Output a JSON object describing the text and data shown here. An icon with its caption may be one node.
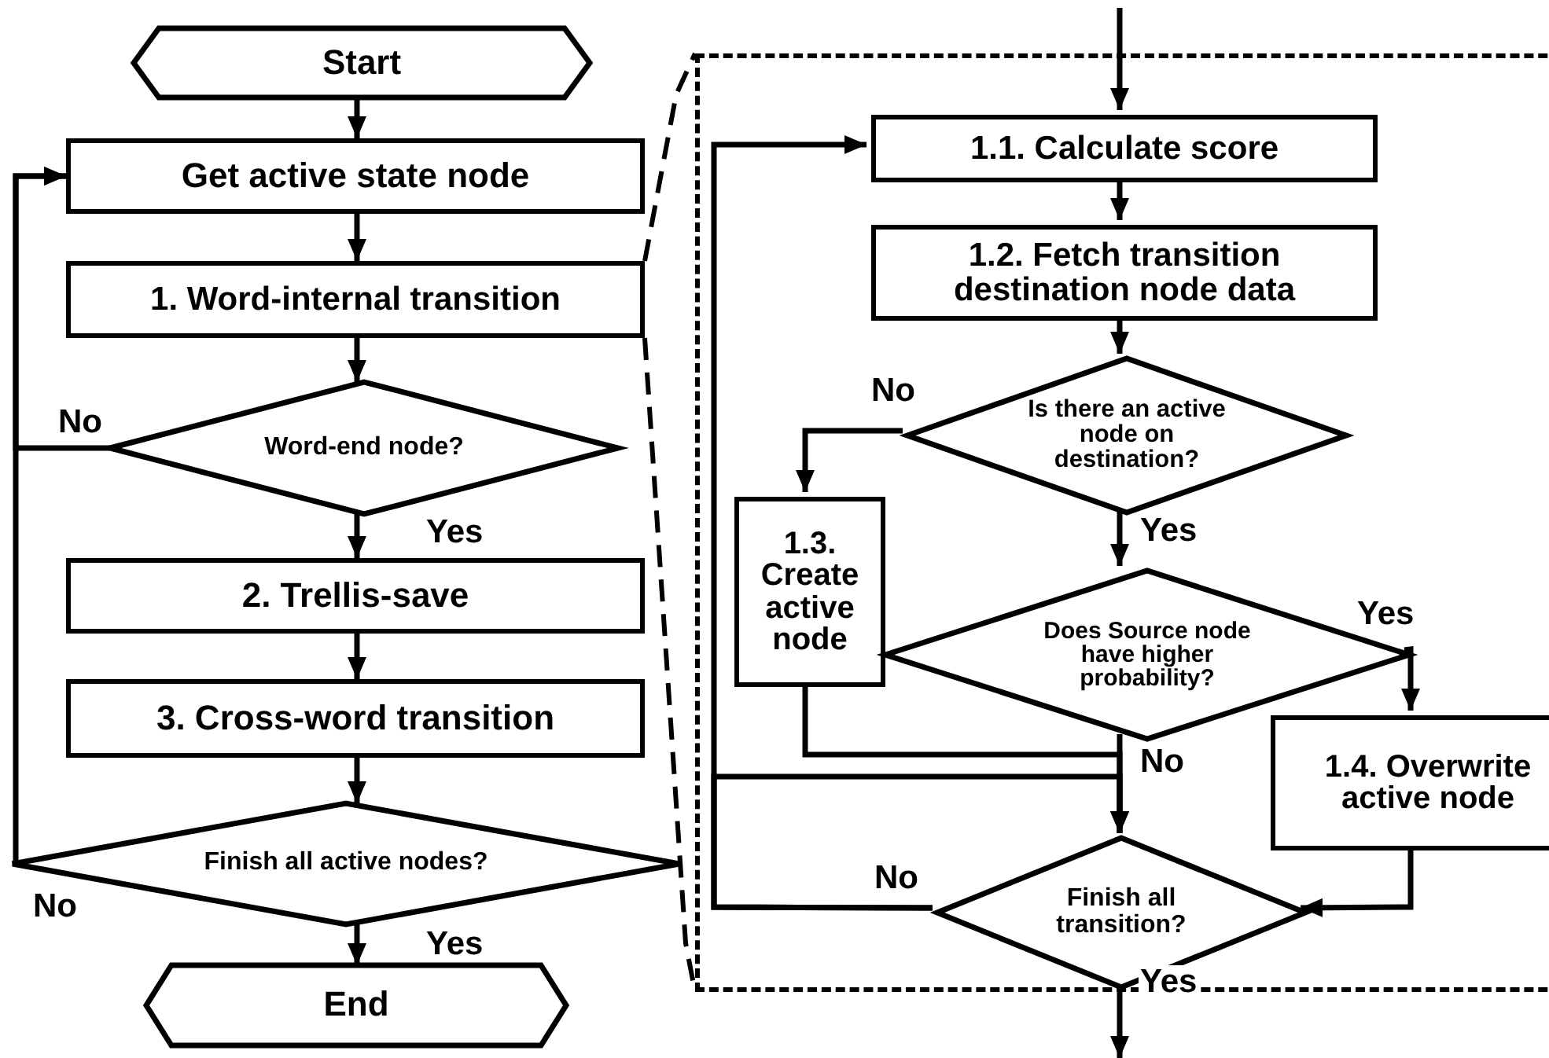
{
  "diagram": {
    "nodes": [
      {
        "text": [
          "Start"
        ]
      },
      {
        "text": [
          "Get active state node"
        ]
      },
      {
        "text": [
          "1. Word-internal transition"
        ]
      },
      {
        "text": [
          "Word-end node?"
        ]
      },
      {
        "text": [
          "2. Trellis-save"
        ]
      },
      {
        "text": [
          "3. Cross-word transition"
        ]
      },
      {
        "text": [
          "Finish all active nodes?"
        ]
      },
      {
        "text": [
          "End"
        ]
      },
      {
        "text": [],
        "shape": "box"
      },
      {
        "text": [
          "1.1. Calculate score"
        ],
        "in": 8
      },
      {
        "text": [
          "1.2. Fetch transition destination node data"
        ],
        "in": 8
      },
      {
        "text": [
          "Is there an active node on destination?"
        ],
        "in": 8
      },
      {
        "text": [
          "1.3. Create active node"
        ],
        "in": 8
      },
      {
        "text": [
          "Does Source node have higher probability?"
        ],
        "in": 8
      },
      {
        "text": [
          "1.4. Overwrite active node"
        ],
        "in": 8
      },
      {
        "text": [
          "Finish all transition?"
        ],
        "in": 8
      }
    ],
    "edges": [
      {
        "from": 0,
        "to": 1,
        "arrow": "to"
      },
      {
        "from": 1,
        "to": 2,
        "arrow": "to"
      },
      {
        "from": 2,
        "to": 3,
        "arrow": "to"
      },
      {
        "from": 3,
        "to": 1,
        "arrow": "to",
        "label": "No"
      },
      {
        "from": 3,
        "to": 4,
        "arrow": "to",
        "label": "Yes"
      },
      {
        "from": 4,
        "to": 5,
        "arrow": "to"
      },
      {
        "from": 5,
        "to": 6,
        "arrow": "to"
      },
      {
        "from": 6,
        "to": 1,
        "arrow": "to",
        "label": "No"
      },
      {
        "from": 6,
        "to": 7,
        "arrow": "to",
        "label": "Yes"
      },
      {
        "from": null,
        "to": 9,
        "arrow": "to"
      },
      {
        "from": 9,
        "to": 10,
        "arrow": "to"
      },
      {
        "from": 10,
        "to": 11,
        "arrow": "to"
      },
      {
        "from": 11,
        "to": 12,
        "arrow": "to",
        "label": "No"
      },
      {
        "from": 11,
        "to": 13,
        "arrow": "to",
        "label": "Yes"
      },
      {
        "from": 13,
        "to": 14,
        "arrow": "to",
        "label": "Yes"
      },
      {
        "from": 13,
        "to": 15,
        "arrow": "to",
        "label": "No"
      },
      {
        "from": 12,
        "to": 15,
        "arrow": "to"
      },
      {
        "from": 14,
        "to": 15,
        "arrow": "to"
      },
      {
        "from": 15,
        "to": 9,
        "arrow": "to",
        "label": "No"
      },
      {
        "from": 15,
        "to": null,
        "arrow": "to",
        "label": "Yes"
      },
      {
        "from": 15,
        "to": 15,
        "arrow": "to"
      },
      {
        "from": 2,
        "to": 8,
        "arrow": "none",
        "style": "dashed"
      },
      {
        "from": 2,
        "to": 8,
        "arrow": "none",
        "style": "dashed"
      }
    ]
  }
}
